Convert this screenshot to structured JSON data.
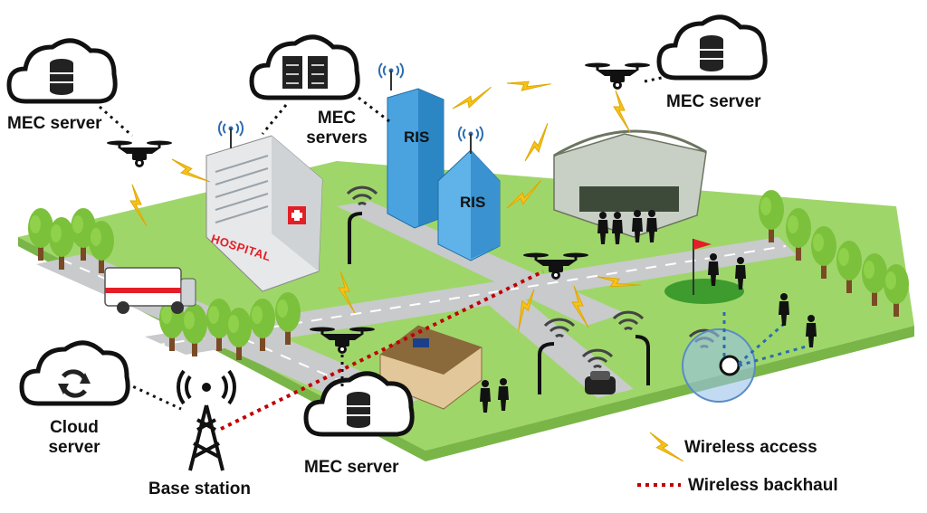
{
  "labels": {
    "mec_server_top_left": "MEC server",
    "mec_servers_center": "MEC servers",
    "mec_server_top_right": "MEC server",
    "mec_server_bottom": "MEC server",
    "cloud_server": "Cloud server",
    "base_station": "Base station",
    "ris_left": "RIS",
    "ris_right": "RIS",
    "hospital_sign": "HOSPITAL"
  },
  "legend": {
    "wireless_access": "Wireless access",
    "wireless_backhaul": "Wireless backhaul"
  },
  "colors": {
    "ground": "#9fd66a",
    "road": "#c8cacc",
    "lightning": "#f7c21a",
    "backhaul": "#c00000",
    "tree": "#7cc13b",
    "trunk": "#7a4a25"
  }
}
